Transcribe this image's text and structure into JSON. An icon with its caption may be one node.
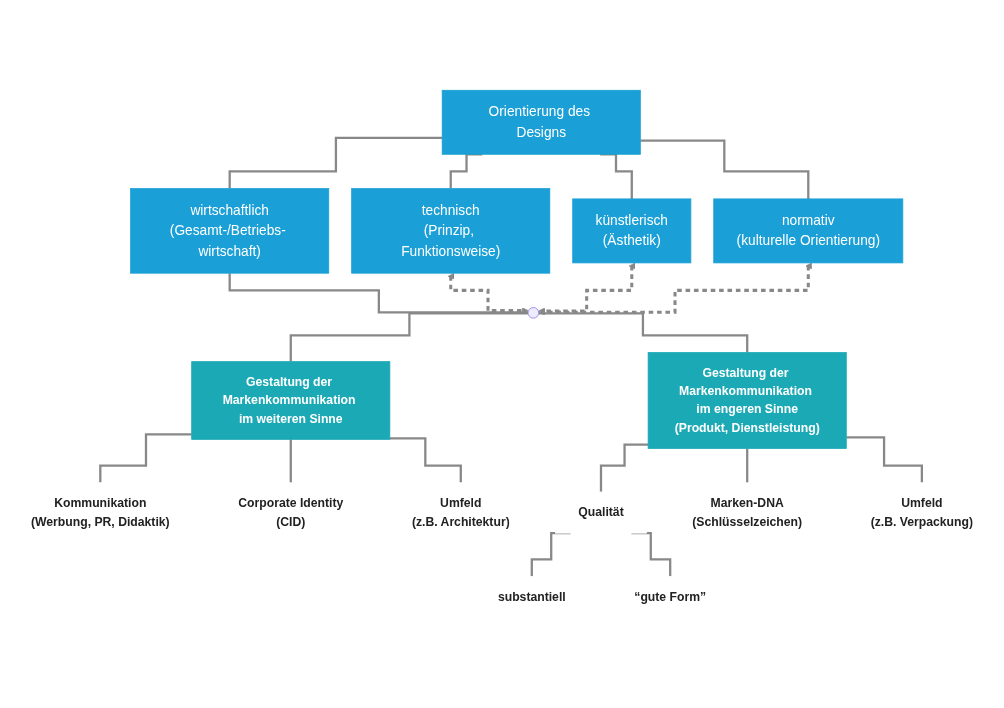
{
  "diagram": {
    "nodes": [
      {
        "text": [
          "Orientierung des Designs"
        ]
      },
      {
        "text": [
          "technisch",
          "(Prinzip, Funktionsweise)"
        ]
      },
      {
        "text": [
          "wirtschaftlich",
          "(Gesamt-/Betriebs- wirtschaft)"
        ]
      },
      {
        "text": [
          "künstlerisch",
          "(Ästhetik)"
        ]
      },
      {
        "text": [
          "normativ",
          "(kulturelle Orientierung)"
        ]
      },
      {
        "text": [],
        "shape": "point"
      },
      {
        "text": [
          "Gestaltung der Markenkommunikation im weiteren Sinne"
        ]
      },
      {
        "text": [
          "Gestaltung der Markenkommunikation im engeren Sinne",
          "(Produkt, Dienstleistung)"
        ]
      },
      {
        "text": [
          "Kommunikation",
          "(Werbung, PR, Didaktik)"
        ]
      },
      {
        "text": [
          "Corporate Identity",
          "(CID)"
        ]
      },
      {
        "text": [
          "Umfeld",
          "(z.B. Architektur)"
        ]
      },
      {
        "text": [
          "Qualität"
        ]
      },
      {
        "text": [
          "Marken-DNA",
          "(Schlüsselzeichen)"
        ]
      },
      {
        "text": [
          "Umfeld",
          "(z.B. Verpackung)"
        ]
      },
      {
        "text": [
          "substantiell"
        ]
      },
      {
        "text": [
          "“gute Form”"
        ]
      }
    ],
    "edges": [
      {
        "from": 0,
        "to": 1,
        "arrow": "none"
      },
      {
        "from": 0,
        "to": 2,
        "arrow": "none"
      },
      {
        "from": 0,
        "to": 3,
        "arrow": "none"
      },
      {
        "from": 0,
        "to": 4,
        "arrow": "none"
      },
      {
        "from": 2,
        "to": 5,
        "arrow": "none"
      },
      {
        "from": 1,
        "to": 5,
        "arrow": "both",
        "style": "dashed"
      },
      {
        "from": 5,
        "to": 3,
        "arrow": "both",
        "style": "dashed"
      },
      {
        "from": 5,
        "to": 4,
        "arrow": "both",
        "style": "dashed"
      },
      {
        "from": 5,
        "to": 6,
        "arrow": "none"
      },
      {
        "from": 5,
        "to": 7,
        "arrow": "none"
      },
      {
        "from": 6,
        "to": 8,
        "arrow": "none"
      },
      {
        "from": 6,
        "to": 9,
        "arrow": "none"
      },
      {
        "from": 6,
        "to": 10,
        "arrow": "none"
      },
      {
        "from": 7,
        "to": 11,
        "arrow": "none"
      },
      {
        "from": 7,
        "to": 12,
        "arrow": "none"
      },
      {
        "from": 7,
        "to": 13,
        "arrow": "none"
      },
      {
        "from": 11,
        "to": 14,
        "arrow": "none"
      },
      {
        "from": 11,
        "to": 15,
        "arrow": "none"
      }
    ]
  }
}
